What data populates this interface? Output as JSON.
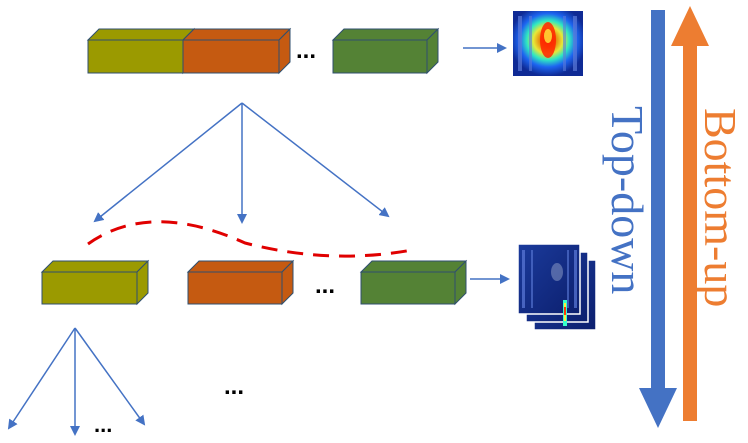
{
  "colors": {
    "olive": "#9b9a00",
    "orange": "#c55a11",
    "green": "#548235",
    "stroke": "#2f4f6f",
    "arrow_blue": "#4472c4",
    "dash_red": "#e00000",
    "topdown": "#4472c4",
    "bottomup": "#ed7d31"
  },
  "labels": {
    "top_down": "Top-down",
    "bottom_up": "Bottom-up",
    "ellipsis": "..."
  },
  "icons": {
    "heatmap_single": "heatmap-image",
    "heatmap_stack": "heatmap-stack-image"
  }
}
